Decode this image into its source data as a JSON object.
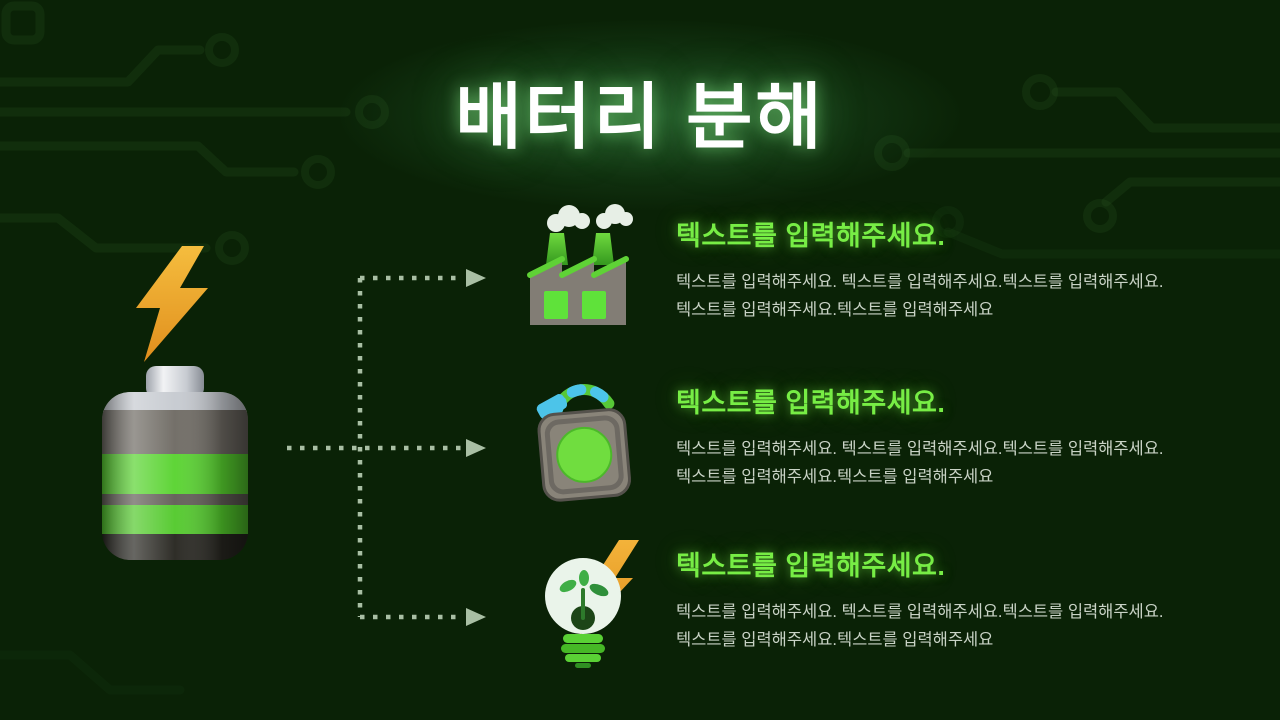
{
  "slide": {
    "title": "배터리 분해"
  },
  "colors": {
    "background": "#0a2206",
    "circuit_trace": "#2c5a26",
    "title_text": "#ffffff",
    "heading_green": "#77ed45",
    "body_text": "#c9d3c6",
    "connector_dots": "#a9bfa4",
    "bolt_orange": "#f0a32c",
    "battery_green": "#58d32f",
    "battery_grey": "#6e6a63",
    "icon_blue": "#4cc4e9"
  },
  "icons": {
    "hero_bolt": "lightning-bolt-icon",
    "hero_battery": "battery-3d-icon",
    "section_1": "factory-icon",
    "section_2": "fuel-canister-icon",
    "section_3": "eco-bulb-icon",
    "connector": "dotted-arrow-icon"
  },
  "sections": [
    {
      "heading": "텍스트를 입력해주세요.",
      "body": "텍스트를 입력해주세요. 텍스트를 입력해주세요.텍스트를 입력해주세요. 텍스트를 입력해주세요.텍스트를 입력해주세요"
    },
    {
      "heading": "텍스트를 입력해주세요.",
      "body": "텍스트를 입력해주세요. 텍스트를 입력해주세요.텍스트를 입력해주세요. 텍스트를 입력해주세요.텍스트를 입력해주세요"
    },
    {
      "heading": "텍스트를 입력해주세요.",
      "body": "텍스트를 입력해주세요. 텍스트를 입력해주세요.텍스트를 입력해주세요. 텍스트를 입력해주세요.텍스트를 입력해주세요"
    }
  ]
}
